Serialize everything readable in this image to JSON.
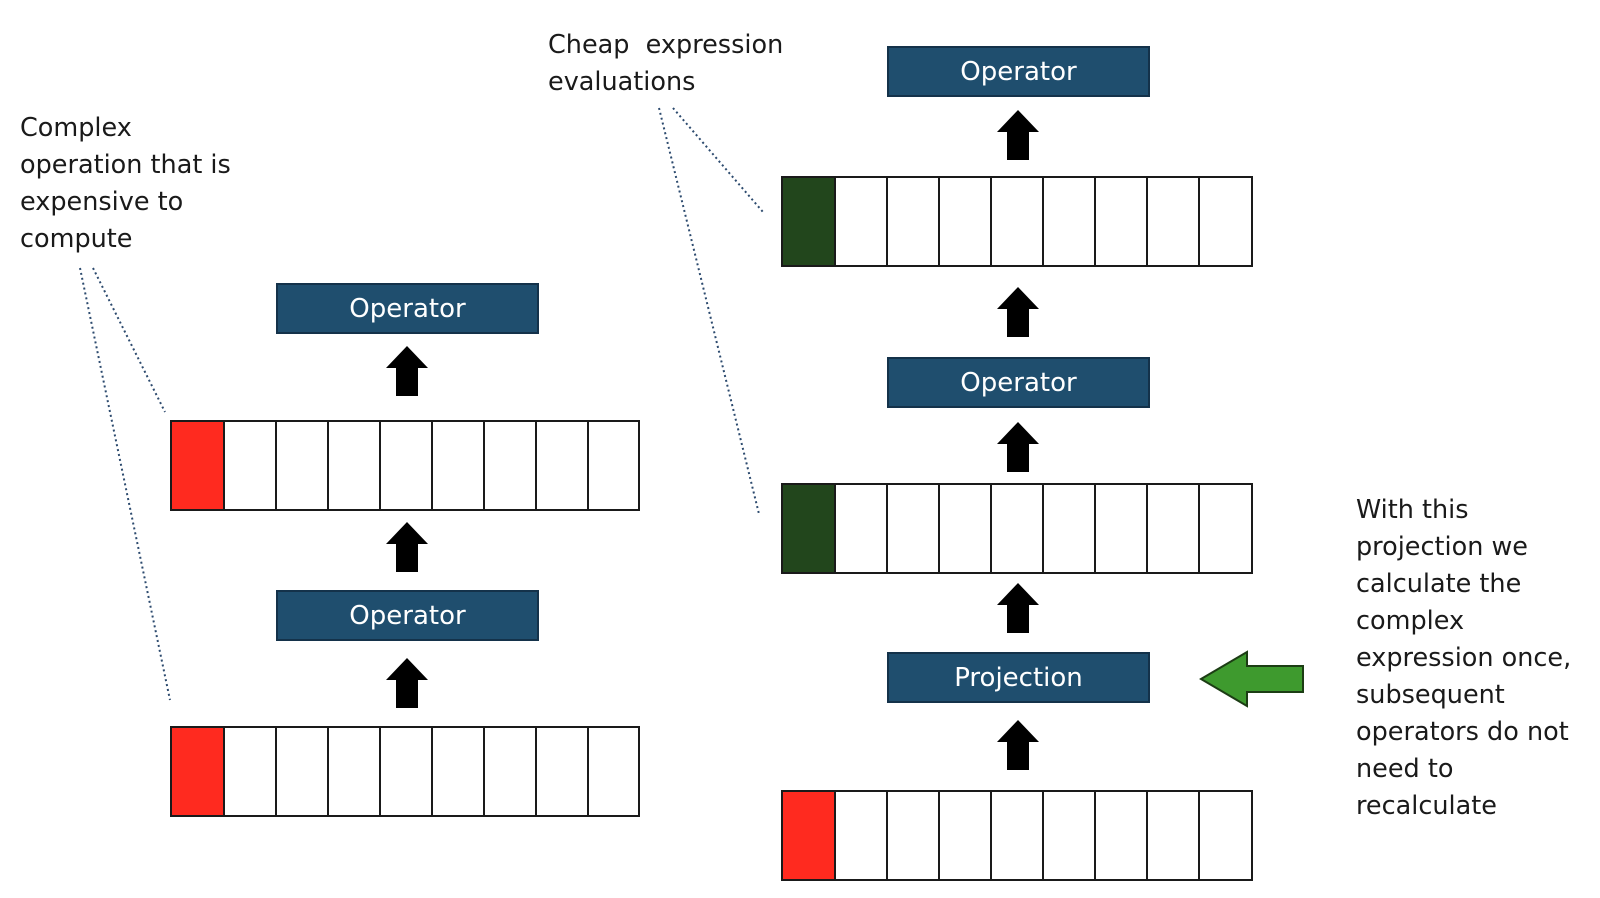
{
  "notes": {
    "complex_op": [
      "Complex",
      "operation that is",
      "expensive to",
      "compute"
    ],
    "cheap_eval": [
      "Cheap  expression",
      "evaluations"
    ],
    "projection_note": [
      "With this",
      "projection we",
      "calculate the",
      "complex",
      "expression once,",
      "subsequent",
      "operators do not",
      "need to",
      "recalculate"
    ]
  },
  "left_pipeline": {
    "op_top": "Operator",
    "op_bottom": "Operator"
  },
  "right_pipeline": {
    "op_top": "Operator",
    "op_middle": "Operator",
    "projection": "Projection"
  },
  "colors": {
    "operator_fill": "#1f4e6e",
    "complex_cell": "#ff2a1f",
    "cheap_cell": "#22461c",
    "green_arrow": "#3e9a2e",
    "leader_line": "#2c4a6e"
  }
}
